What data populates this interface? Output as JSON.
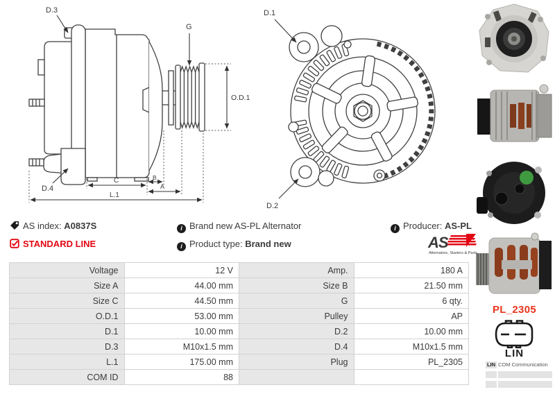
{
  "colors": {
    "accent_red": "#e30613",
    "plug_red": "#e8341c",
    "table_label_bg": "#e7e7e7",
    "table_border": "#d2d2d2",
    "drawing_line": "#3f3f3f"
  },
  "icons": {
    "info_glyph": "i"
  },
  "info": {
    "as_index_label": "AS index:",
    "as_index_value": "A0837S",
    "line_badge": "STANDARD LINE",
    "description": "Brand new AS-PL Alternator",
    "product_type_label": "Product type:",
    "product_type_value": "Brand new",
    "producer_label": "Producer:",
    "producer_value": "AS-PL"
  },
  "brand": {
    "logo_text": "AS",
    "tagline": "Alternators, Starters & Parts"
  },
  "diagram": {
    "side": {
      "d3": "D.3",
      "g": "G",
      "od1": "O.D.1",
      "d4": "D.4",
      "c": "C",
      "b": "B",
      "a": "A",
      "l1": "L.1"
    },
    "front": {
      "d1": "D.1",
      "d2": "D.2"
    }
  },
  "spec_table": {
    "rows": [
      [
        {
          "label": "Voltage",
          "value": "12 V"
        },
        {
          "label": "Amp.",
          "value": "180 A"
        }
      ],
      [
        {
          "label": "Size A",
          "value": "44.00 mm"
        },
        {
          "label": "Size B",
          "value": "21.50 mm"
        }
      ],
      [
        {
          "label": "Size C",
          "value": "44.50 mm"
        },
        {
          "label": "G",
          "value": "6 qty."
        }
      ],
      [
        {
          "label": "O.D.1",
          "value": "53.00 mm"
        },
        {
          "label": "Pulley",
          "value": "AP"
        }
      ],
      [
        {
          "label": "D.1",
          "value": "10.00 mm"
        },
        {
          "label": "D.2",
          "value": "10.00 mm"
        }
      ],
      [
        {
          "label": "D.3",
          "value": "M10x1.5 mm"
        },
        {
          "label": "D.4",
          "value": "M10x1.5 mm"
        }
      ],
      [
        {
          "label": "L.1",
          "value": "175.00 mm"
        },
        {
          "label": "Plug",
          "value": "PL_2305"
        }
      ],
      [
        {
          "label": "COM ID",
          "value": "88"
        },
        {
          "label": "",
          "value": ""
        }
      ]
    ]
  },
  "plug": {
    "name": "PL_2305",
    "connector_label": "LIN"
  },
  "com_table": {
    "header_key": "LIN",
    "header_value": "COM Communication"
  }
}
